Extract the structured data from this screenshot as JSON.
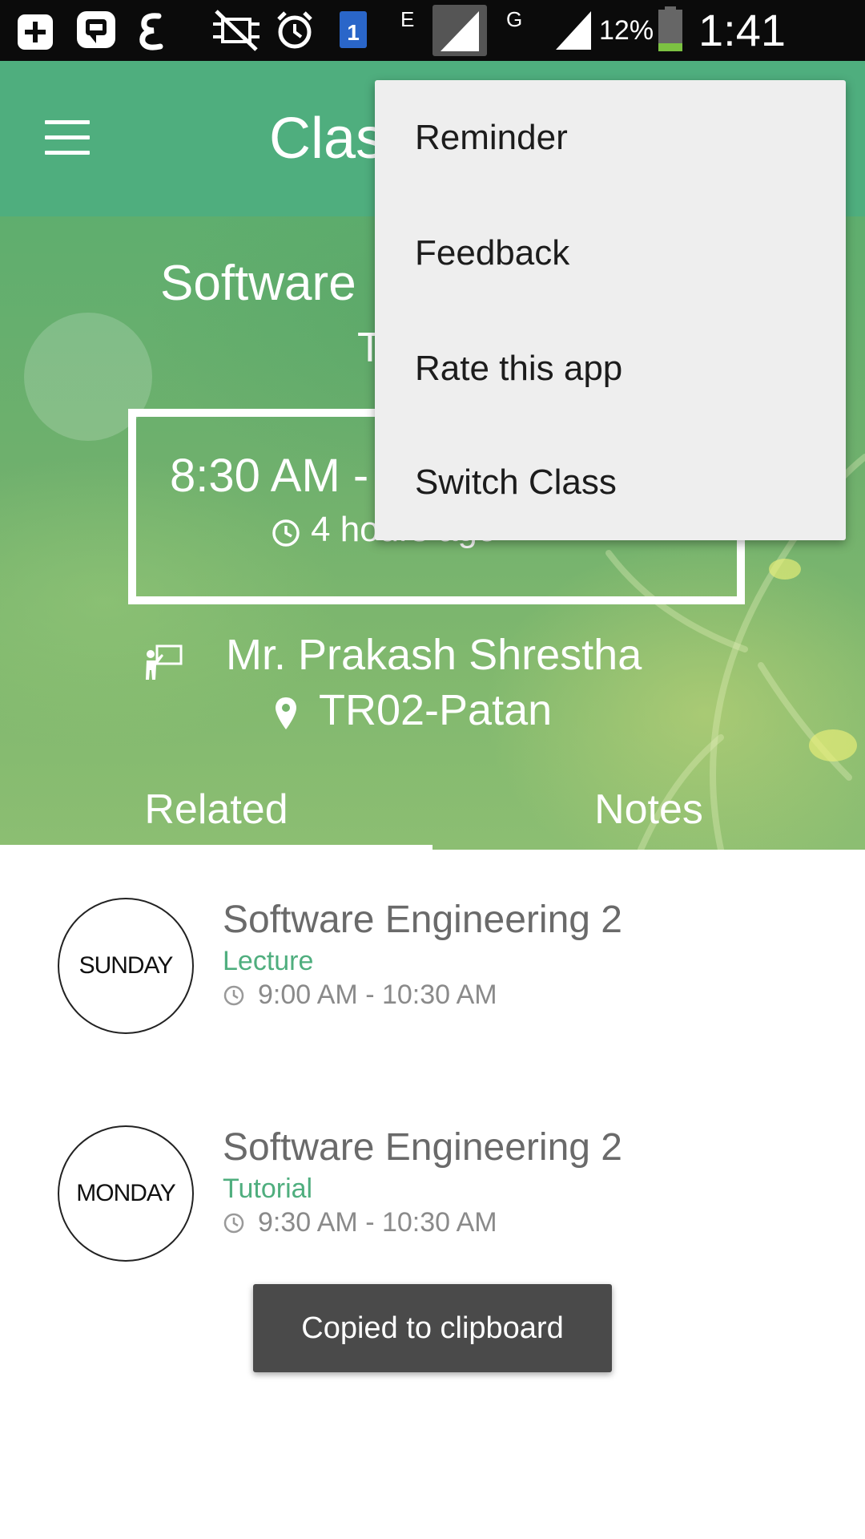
{
  "status_bar": {
    "battery_percent": "12%",
    "time": "1:41 PM",
    "data_indicator": "E",
    "network_type": "G",
    "notification_badge": "1",
    "icons": [
      "add-icon",
      "chat-bubble-icon",
      "epsilon-icon",
      "mute-icon",
      "alarm-icon",
      "calendar-icon",
      "signal-bars-icon",
      "signal-icon",
      "battery-icon"
    ],
    "battery_color": "#7cc242"
  },
  "app_bar": {
    "title": "Clas",
    "color": "#4fae7e"
  },
  "hero": {
    "course": "Software",
    "subtype": "T",
    "time_range": "8:30 AM -",
    "time_relative": "4 hours ago",
    "teacher": "Mr. Prakash Shrestha",
    "location": "TR02-Patan",
    "tabs": [
      {
        "label": "Related"
      },
      {
        "label": "Notes"
      }
    ],
    "selected_tab": "Related"
  },
  "list": {
    "items": [
      {
        "day": "SUNDAY",
        "title": "Software Engineering 2",
        "type": "Lecture",
        "time": "9:00 AM - 10:30 AM"
      },
      {
        "day": "MONDAY",
        "title": "Software Engineering 2",
        "type": "Tutorial",
        "time": "9:30 AM - 10:30 AM"
      }
    ],
    "accent_color": "#4fae7e"
  },
  "overflow_menu": {
    "items": [
      {
        "label": "Reminder"
      },
      {
        "label": "Feedback"
      },
      {
        "label": "Rate this app"
      },
      {
        "label": "Switch Class"
      }
    ]
  },
  "toast": {
    "message": "Copied to clipboard"
  }
}
